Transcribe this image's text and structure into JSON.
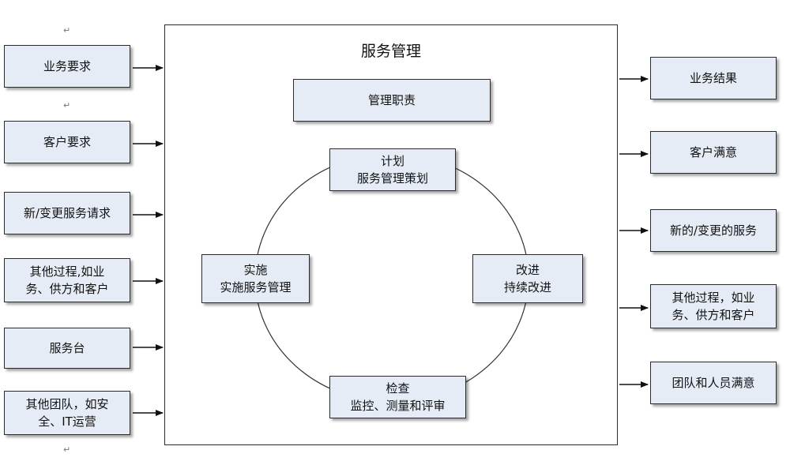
{
  "title": "服务管理",
  "responsibility": "管理职责",
  "inputs": [
    {
      "lines": [
        "业务要求"
      ]
    },
    {
      "lines": [
        "客户要求"
      ]
    },
    {
      "lines": [
        "新/变更服务请求"
      ]
    },
    {
      "lines": [
        "其他过程,如业",
        "务、供方和客户"
      ]
    },
    {
      "lines": [
        "服务台"
      ]
    },
    {
      "lines": [
        "其他团队，如安",
        "全、IT运营"
      ]
    }
  ],
  "outputs": [
    {
      "lines": [
        "业务结果"
      ]
    },
    {
      "lines": [
        "客户满意"
      ]
    },
    {
      "lines": [
        "新的/变更的服务"
      ]
    },
    {
      "lines": [
        "其他过程，如业",
        "务、供方和客户"
      ]
    },
    {
      "lines": [
        "团队和人员满意"
      ]
    }
  ],
  "cycle": {
    "plan": [
      "计划",
      "服务管理策划"
    ],
    "do": [
      "实施",
      "实施服务管理"
    ],
    "act": [
      "改进",
      "持续改进"
    ],
    "check": [
      "检查",
      "监控、测量和评审"
    ]
  },
  "paragraph_mark": "↵",
  "colors": {
    "box_fill": "#e6ecf6",
    "border": "#2b2b2b"
  }
}
